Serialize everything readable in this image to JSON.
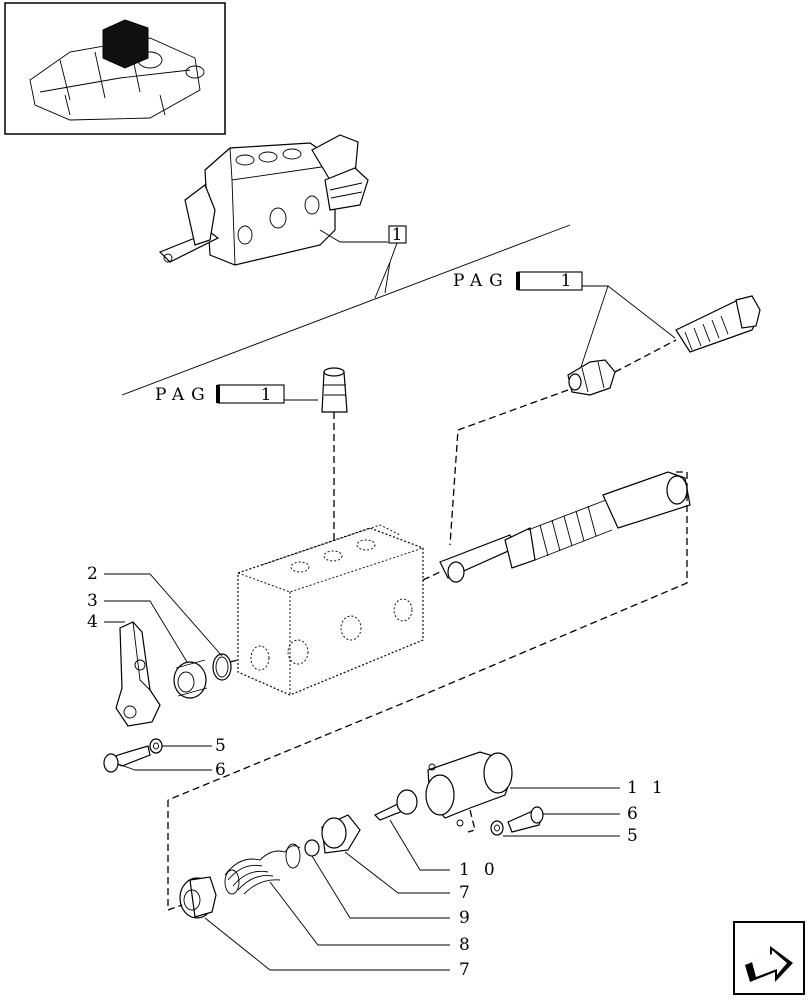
{
  "thumbnail": {
    "label": "tractor-rear-housing"
  },
  "callouts": {
    "assembly_ref": "1",
    "pag_label": "PAG",
    "pag_number": "1",
    "items": [
      "2",
      "3",
      "4",
      "5",
      "6",
      "11",
      "6",
      "5",
      "10",
      "7",
      "9",
      "8",
      "7"
    ]
  },
  "nav": {
    "icon": "next-page-arrow-icon"
  }
}
